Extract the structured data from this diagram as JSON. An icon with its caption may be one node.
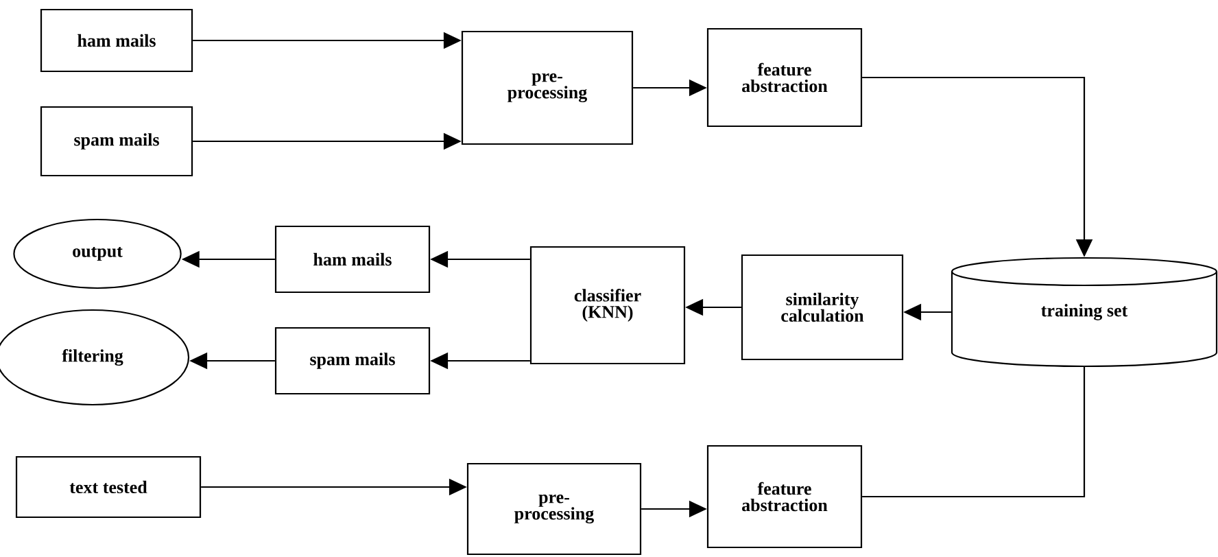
{
  "diagram": {
    "nodes": [
      {
        "text": [
          "ham mails"
        ]
      },
      {
        "text": [
          "spam mails"
        ]
      },
      {
        "text": [
          "pre- processing"
        ]
      },
      {
        "text": [
          "feature abstraction"
        ]
      },
      {
        "text": [
          "training set"
        ]
      },
      {
        "text": [
          "similarity calculation"
        ]
      },
      {
        "text": [
          "classifier (KNN)"
        ]
      },
      {
        "text": [
          "ham mails"
        ]
      },
      {
        "text": [
          "spam mails"
        ]
      },
      {
        "text": [
          "output"
        ]
      },
      {
        "text": [
          "filtering"
        ]
      },
      {
        "text": [
          "text tested"
        ]
      },
      {
        "text": [
          "pre- processing"
        ]
      },
      {
        "text": [
          "feature abstraction"
        ]
      }
    ],
    "edges": [
      {
        "from": 0,
        "to": 2,
        "arrow": "to"
      },
      {
        "from": 1,
        "to": 2,
        "arrow": "to"
      },
      {
        "from": 2,
        "to": 3,
        "arrow": "to"
      },
      {
        "from": 3,
        "to": 4,
        "arrow": "to"
      },
      {
        "from": 4,
        "to": 5,
        "arrow": "to"
      },
      {
        "from": 5,
        "to": 6,
        "arrow": "to"
      },
      {
        "from": 6,
        "to": 7,
        "arrow": "to"
      },
      {
        "from": 6,
        "to": 8,
        "arrow": "to"
      },
      {
        "from": 7,
        "to": 9,
        "arrow": "to"
      },
      {
        "from": 8,
        "to": 10,
        "arrow": "to"
      },
      {
        "from": 11,
        "to": 12,
        "arrow": "to"
      },
      {
        "from": 12,
        "to": 13,
        "arrow": "to"
      },
      {
        "from": 13,
        "to": 4,
        "arrow": "none"
      }
    ]
  }
}
